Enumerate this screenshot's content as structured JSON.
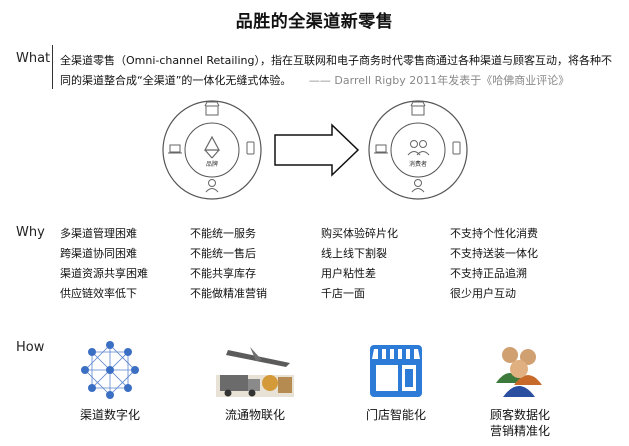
{
  "title": "品胜的全渠道新零售",
  "sections": {
    "what": "What",
    "why": "Why",
    "how": "How"
  },
  "what": {
    "definition": "全渠道零售（Omni-channel Retailing），指在互联网和电子商务时代零售商通过各种渠道与顾客互动，将各种不同的渠道整合成“全渠道”的一体化无缝式体验。",
    "attribution": "—— Darrell Rigby  2011年发表于《哈佛商业评论》"
  },
  "diagram": {
    "left_center_label": "品牌",
    "right_center_label": "消费者"
  },
  "why": {
    "columns": [
      [
        "多渠道管理困难",
        "跨渠道协同困难",
        "渠道资源共享困难",
        "供应链效率低下"
      ],
      [
        "不能统一服务",
        "不能统一售后",
        "不能共享库存",
        "不能做精准营销"
      ],
      [
        "购买体验碎片化",
        "线上线下割裂",
        "用户粘性差",
        "千店一面"
      ],
      [
        "不支持个性化消费",
        "不支持送装一体化",
        "不支持正品追溯",
        "很少用户互动"
      ]
    ]
  },
  "how": {
    "items": [
      {
        "label": "渠道数字化",
        "icon": "network-icon"
      },
      {
        "label": "流通物联化",
        "icon": "logistics-icon"
      },
      {
        "label": "门店智能化",
        "icon": "store-icon"
      },
      {
        "label": "顾客数据化\n营销精准化",
        "icon": "customers-icon"
      }
    ]
  },
  "colors": {
    "ring_stroke": "#555555",
    "network_blue": "#3b6fc4",
    "store_blue": "#2c7bd6",
    "quote_gray": "#888888"
  }
}
